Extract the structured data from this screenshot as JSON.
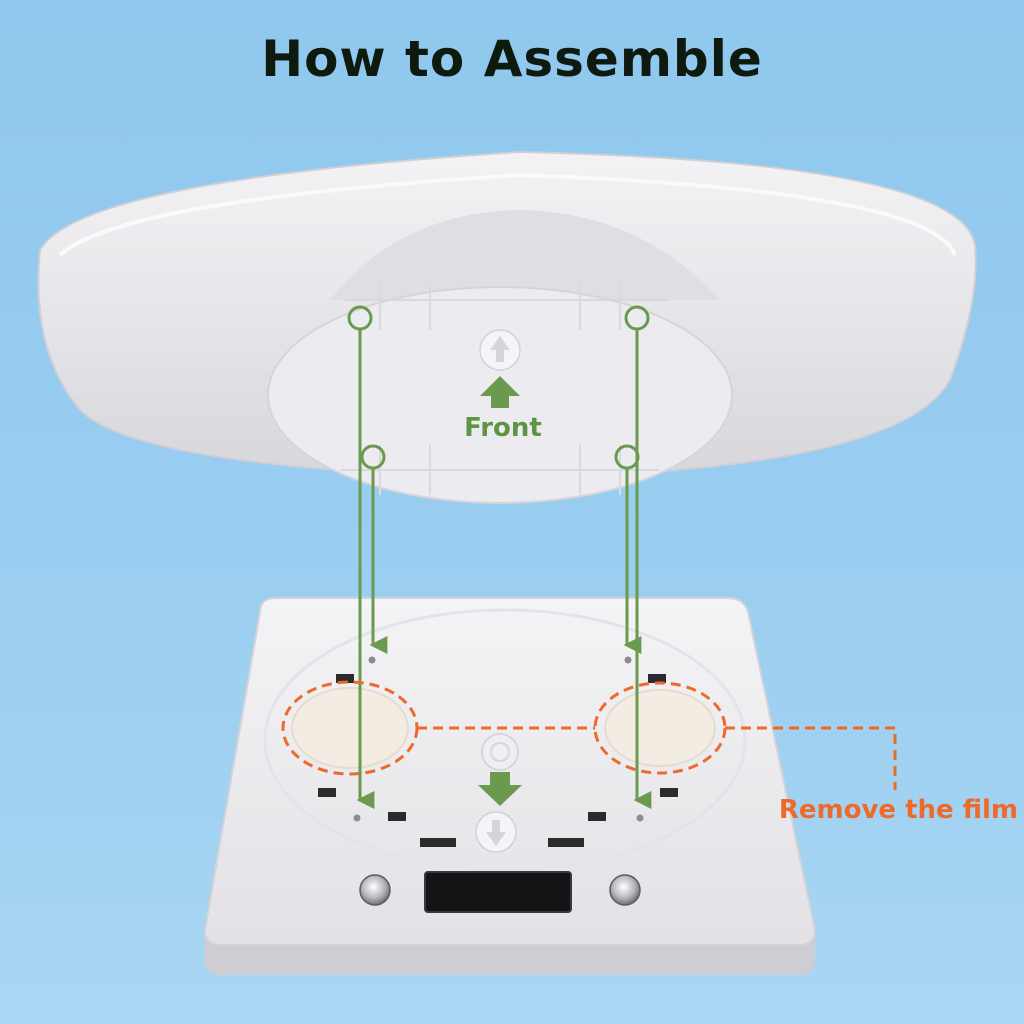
{
  "title": "How to Assemble",
  "labels": {
    "front": "Front",
    "remove_film": "Remove the film"
  },
  "colors": {
    "title": "#0f1a0f",
    "arrow_green": "#6a9a4e",
    "label_green": "#5e9444",
    "film_orange": "#ee6a2a",
    "label_orange": "#ee6a2a",
    "background": "#96cbef"
  },
  "icons": [
    "up-arrow-icon",
    "down-arrow-icon",
    "indicator-circle-icon"
  ]
}
